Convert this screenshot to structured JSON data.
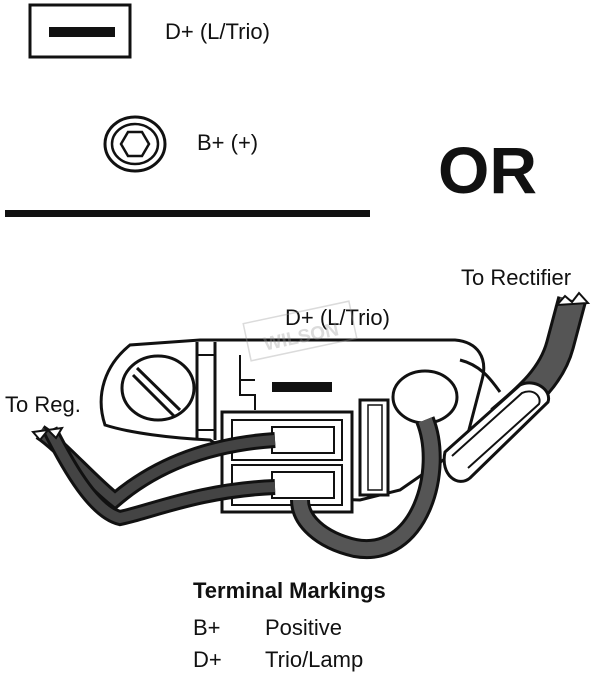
{
  "top_symbols": {
    "d_plus_label": "D+ (L/Trio)",
    "b_plus_label": "B+  (+)",
    "or_text": "OR"
  },
  "diagram": {
    "d_plus_label": "D+ (L/Trio)",
    "to_rectifier_label": "To Rectifier",
    "to_reg_label": "To Reg.",
    "watermark": "WILSON"
  },
  "legend": {
    "title": "Terminal Markings",
    "rows": [
      {
        "code": "B+",
        "meaning": "Positive"
      },
      {
        "code": "D+",
        "meaning": "Trio/Lamp"
      }
    ]
  }
}
